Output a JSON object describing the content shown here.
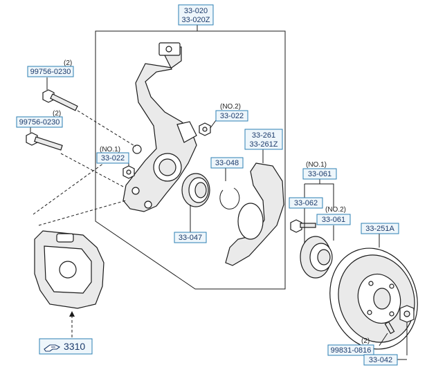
{
  "labels": {
    "knuckle_a": "33-020",
    "knuckle_b": "33-020Z",
    "bolt_upper_qty": "(2)",
    "bolt_upper": "99756-0230",
    "bolt_lower_qty": "(2)",
    "bolt_lower": "99756-0230",
    "nut_no2_note": "(NO.2)",
    "nut_no2": "33-022",
    "nut_no1_note": "(NO.1)",
    "nut_no1": "33-022",
    "bearing": "33-047",
    "snap_ring": "33-048",
    "dust_cover_a": "33-261",
    "dust_cover_b": "33-261Z",
    "hub_bolt_no1_note": "(NO.1)",
    "hub_bolt_no1": "33-061",
    "hub": "33-062",
    "hub_bolt_no2_note": "(NO.2)",
    "hub_bolt_no2": "33-061",
    "disc": "33-251A",
    "screw_qty": "(2)",
    "screw": "99831-0816",
    "hub_nut": "33-042",
    "caliper_ref": "3310"
  },
  "icons": {
    "caliper_ref_icon": "pointing-hand-icon"
  },
  "colors": {
    "label_box_fill": "#eef6fb",
    "label_box_border": "#2b7fb3",
    "line": "#1a1a1a"
  }
}
